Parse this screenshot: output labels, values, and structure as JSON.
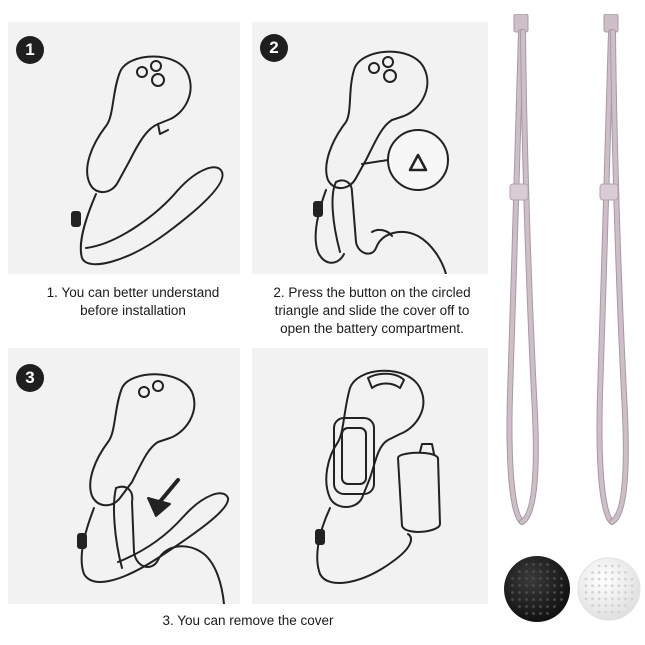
{
  "steps": [
    {
      "number": "1",
      "caption_lines": [
        "1. You can better understand",
        "before installation"
      ]
    },
    {
      "number": "2",
      "caption_lines": [
        "2. Press the button on the circled",
        "triangle and slide the cover off to",
        "open the battery compartment."
      ]
    },
    {
      "number": "3",
      "caption_lines": [
        "3. You can remove the cover"
      ]
    }
  ],
  "colors": {
    "panel_bg": "#f2f2f2",
    "badge_bg": "#1f1f1f",
    "strap": "#cdbfc8",
    "strap_shadow": "#a898a2",
    "cap_black": "#1b1b1b",
    "cap_white": "#f4f4f4"
  },
  "icons": [
    "controller-icon",
    "wrist-strap-icon",
    "hand-icon",
    "triangle-button-icon",
    "arrow-down-icon",
    "battery-cover-icon"
  ]
}
